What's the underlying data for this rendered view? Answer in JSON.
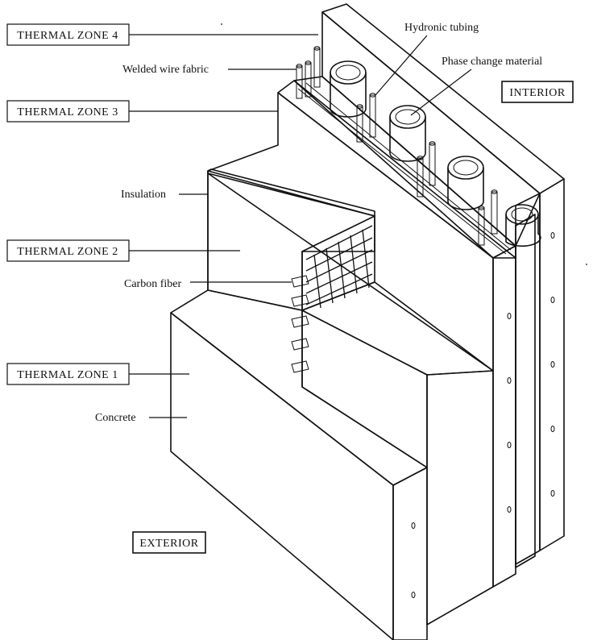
{
  "labels": {
    "zone4": "THERMAL ZONE 4",
    "zone3": "THERMAL ZONE 3",
    "zone2": "THERMAL ZONE 2",
    "zone1": "THERMAL ZONE 1",
    "interior": "INTERIOR",
    "exterior": "EXTERIOR",
    "welded_wire": "Welded wire fabric",
    "hydronic": "Hydronic tubing",
    "pcm": "Phase change material",
    "insulation": "Insulation",
    "carbon_fiber": "Carbon fiber",
    "concrete": "Concrete"
  },
  "colors": {
    "line": "#111111",
    "background": "#ffffff",
    "concrete_speckle": "#555555"
  }
}
